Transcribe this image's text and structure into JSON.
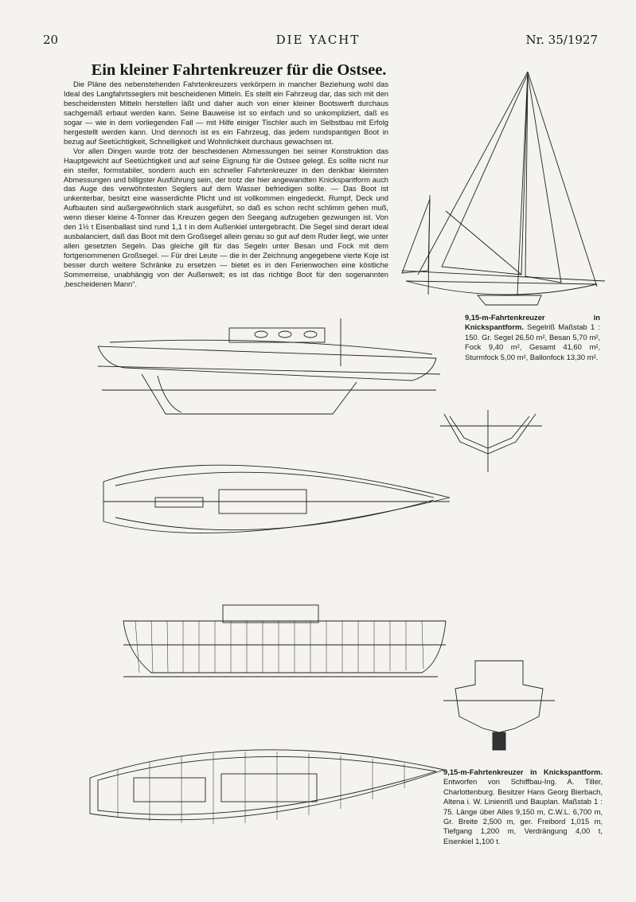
{
  "header": {
    "page_number": "20",
    "magazine": "DIE YACHT",
    "issue": "Nr. 35/1927"
  },
  "article": {
    "title": "Ein kleiner Fahrtenkreuzer für die Ostsee.",
    "paragraphs": [
      "Die Pläne des nebenstehenden Fahrtenkreuzers verkörpern in mancher Beziehung wohl das Ideal des Langfahrtsseglers mit bescheidenen Mitteln. Es stellt ein Fahrzeug dar, das sich mit den bescheidensten Mitteln herstellen läßt und daher auch von einer kleiner Bootswerft durchaus sachgemäß erbaut werden kann. Seine Bauweise ist so einfach und so unkompliziert, daß es sogar — wie in dem vorliegenden Fall — mit Hilfe einiger Tischler auch im Selbstbau mit Erfolg hergestellt werden kann. Und dennoch ist es ein Fahrzeug, das jedem rundspantigen Boot in bezug auf Seetüchtigkeit, Schnelligkeit und Wohnlichkeit durchaus gewachsen ist.",
      "Vor allen Dingen wurde trotz der bescheidenen Abmessungen bei seiner Konstruktion das Hauptgewicht auf Seetüchtigkeit und auf seine Eignung für die Ostsee gelegt. Es sollte nicht nur ein steifer, formstabiler, sondern auch ein schneller Fahrtenkreuzer in den denkbar kleinsten Abmessungen und billigster Ausführung sein, der trotz der hier angewandten Knickspantform auch das Auge des verwöhntesten Seglers auf dem Wasser befriedigen sollte. — Das Boot ist unkenterbar, besitzt eine wasserdichte Plicht und ist vollkommen eingedeckt. Rumpf, Deck und Aufbauten sind außergewöhnlich stark ausgeführt, so daß es schon recht schlimm gehen muß, wenn dieser kleine 4-Tonner das Kreuzen gegen den Seegang aufzugeben gezwungen ist. Von den 1½ t Eisenballast sind rund 1,1 t in dem Außenkiel untergebracht. Die Segel sind derart ideal ausbalanciert, daß das Boot mit dem Großsegel allein genau so gut auf dem Ruder liegt, wie unter allen gesetzten Segeln. Das gleiche gilt für das Segeln unter Besan und Fock mit dem fortgenommenen Großsegel. — Für drei Leute — die in der Zeichnung angegebene vierte Koje ist besser durch weitere Schränke zu ersetzen — bietet es in den Ferienwochen eine köstliche Sommerreise, unabhängig von der Außenwelt; es ist das richtige Boot für den sogenannten ‚bescheidenen Mann“."
    ]
  },
  "captions": {
    "sail_plan_bold": "9,15-m-Fahrtenkreuzer in Knickspantform.",
    "sail_plan_text": " Segelriß Maßstab 1 : 150. Gr. Segel 26,50 m², Besan 5,70 m², Fock 9,40 m², Gesamt 41,60 m², Sturmfock 5,00 m², Ballonfock 13,30 m².",
    "lines_bold": "9,15-m-Fahrtenkreuzer in Knickspantform.",
    "lines_text": " Entworfen von Schiffbau-Ing. A. Tiller, Charlottenburg. Besitzer Hans Georg Bierbach, Altena i. W. Linienriß und Bauplan. Maßstab 1 : 75. Länge über Alles 9,150 m, C.W.L. 6,700 m, Gr. Breite 2,500 m, ger. Freibord 1,015 m, Tiefgang 1,200 m, Verdrängung 4,00 t, Eisenkiel 1,100 t."
  },
  "colors": {
    "paper": "#f4f3ef",
    "ink": "#1a1a1a"
  }
}
